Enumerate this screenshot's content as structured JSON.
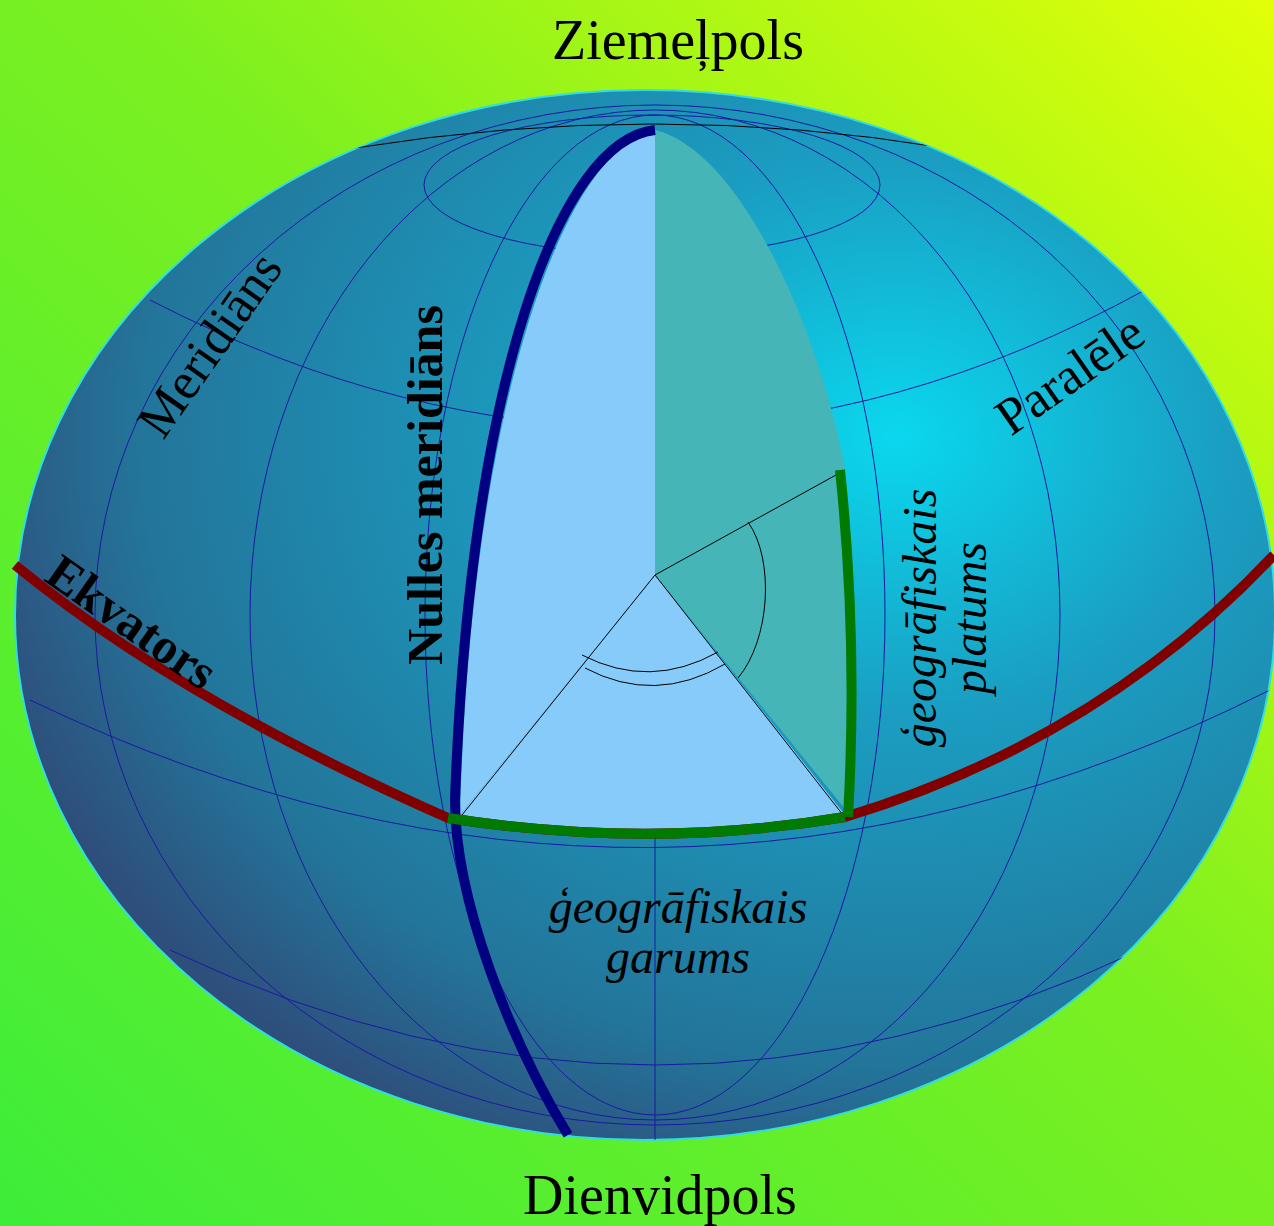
{
  "diagram": {
    "labels": [
      "Ziemeļpols",
      "Dienvidpols",
      "Meridiāns",
      "Nulles meridiāns",
      "Ekvators",
      "Paralēle",
      "ģeogrāfiskais platums",
      "ģeogrāfiskais garums"
    ]
  }
}
